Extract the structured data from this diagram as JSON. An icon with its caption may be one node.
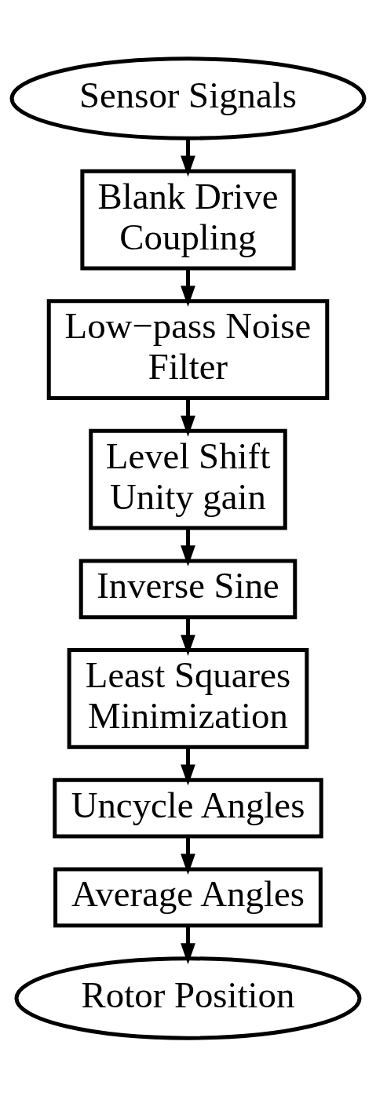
{
  "diagram": {
    "nodes": [
      {
        "text": [
          "Sensor Signals"
        ]
      },
      {
        "text": [
          "Blank Drive Coupling"
        ]
      },
      {
        "text": [
          "Low−pass Noise Filter"
        ]
      },
      {
        "text": [
          "Level Shift Unity gain"
        ]
      },
      {
        "text": [
          "Inverse Sine"
        ]
      },
      {
        "text": [
          "Least Squares Minimization"
        ]
      },
      {
        "text": [
          "Uncycle Angles"
        ]
      },
      {
        "text": [
          "Average Angles"
        ]
      },
      {
        "text": [
          "Rotor Position"
        ]
      }
    ],
    "edges": [
      {
        "from": 0,
        "to": 1,
        "arrow": "to"
      },
      {
        "from": 1,
        "to": 2,
        "arrow": "to"
      },
      {
        "from": 2,
        "to": 3,
        "arrow": "to"
      },
      {
        "from": 3,
        "to": 4,
        "arrow": "to"
      },
      {
        "from": 4,
        "to": 5,
        "arrow": "to"
      },
      {
        "from": 5,
        "to": 6,
        "arrow": "to"
      },
      {
        "from": 6,
        "to": 7,
        "arrow": "to"
      },
      {
        "from": 7,
        "to": 8,
        "arrow": "to"
      }
    ]
  }
}
